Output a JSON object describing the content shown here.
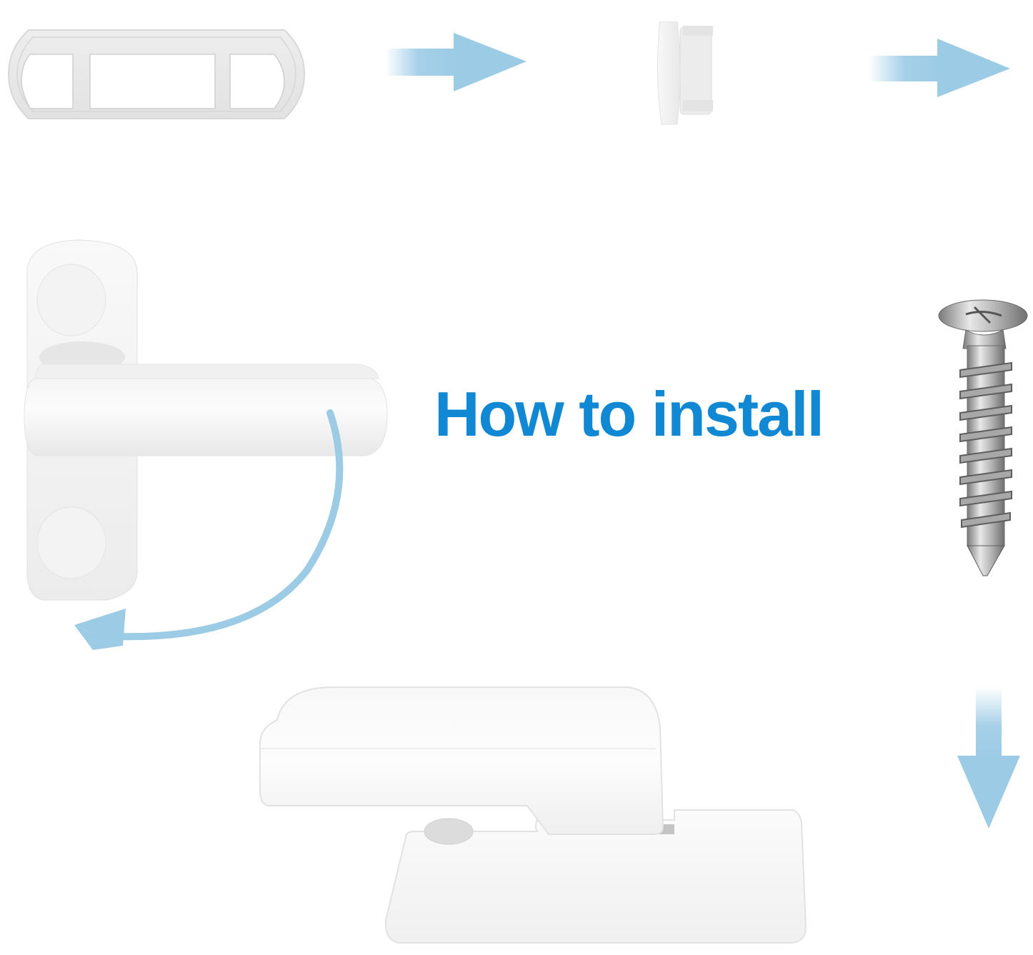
{
  "heading": {
    "title": "How to install",
    "color": "#1088d3"
  },
  "colors": {
    "arrow": "#9ccbe6",
    "plastic": "#f6f6f6",
    "plastic_edge": "#dcdcdc",
    "background": "#ffffff"
  },
  "steps": [
    {
      "name": "plastic-spacer-gasket",
      "position": "top-left"
    },
    {
      "name": "cap-plug",
      "position": "top-center"
    },
    {
      "name": "screw",
      "position": "right-middle"
    },
    {
      "name": "lock-assembled-side",
      "position": "bottom-center"
    },
    {
      "name": "lock-swing-arm",
      "position": "left-middle"
    }
  ],
  "icons": [
    {
      "name": "arrow-right-icon",
      "position": "top-left-middle"
    },
    {
      "name": "arrow-right-icon",
      "position": "top-right"
    },
    {
      "name": "arrow-down-icon",
      "position": "bottom-right"
    },
    {
      "name": "rotate-arrow-icon",
      "position": "left-middle"
    }
  ]
}
